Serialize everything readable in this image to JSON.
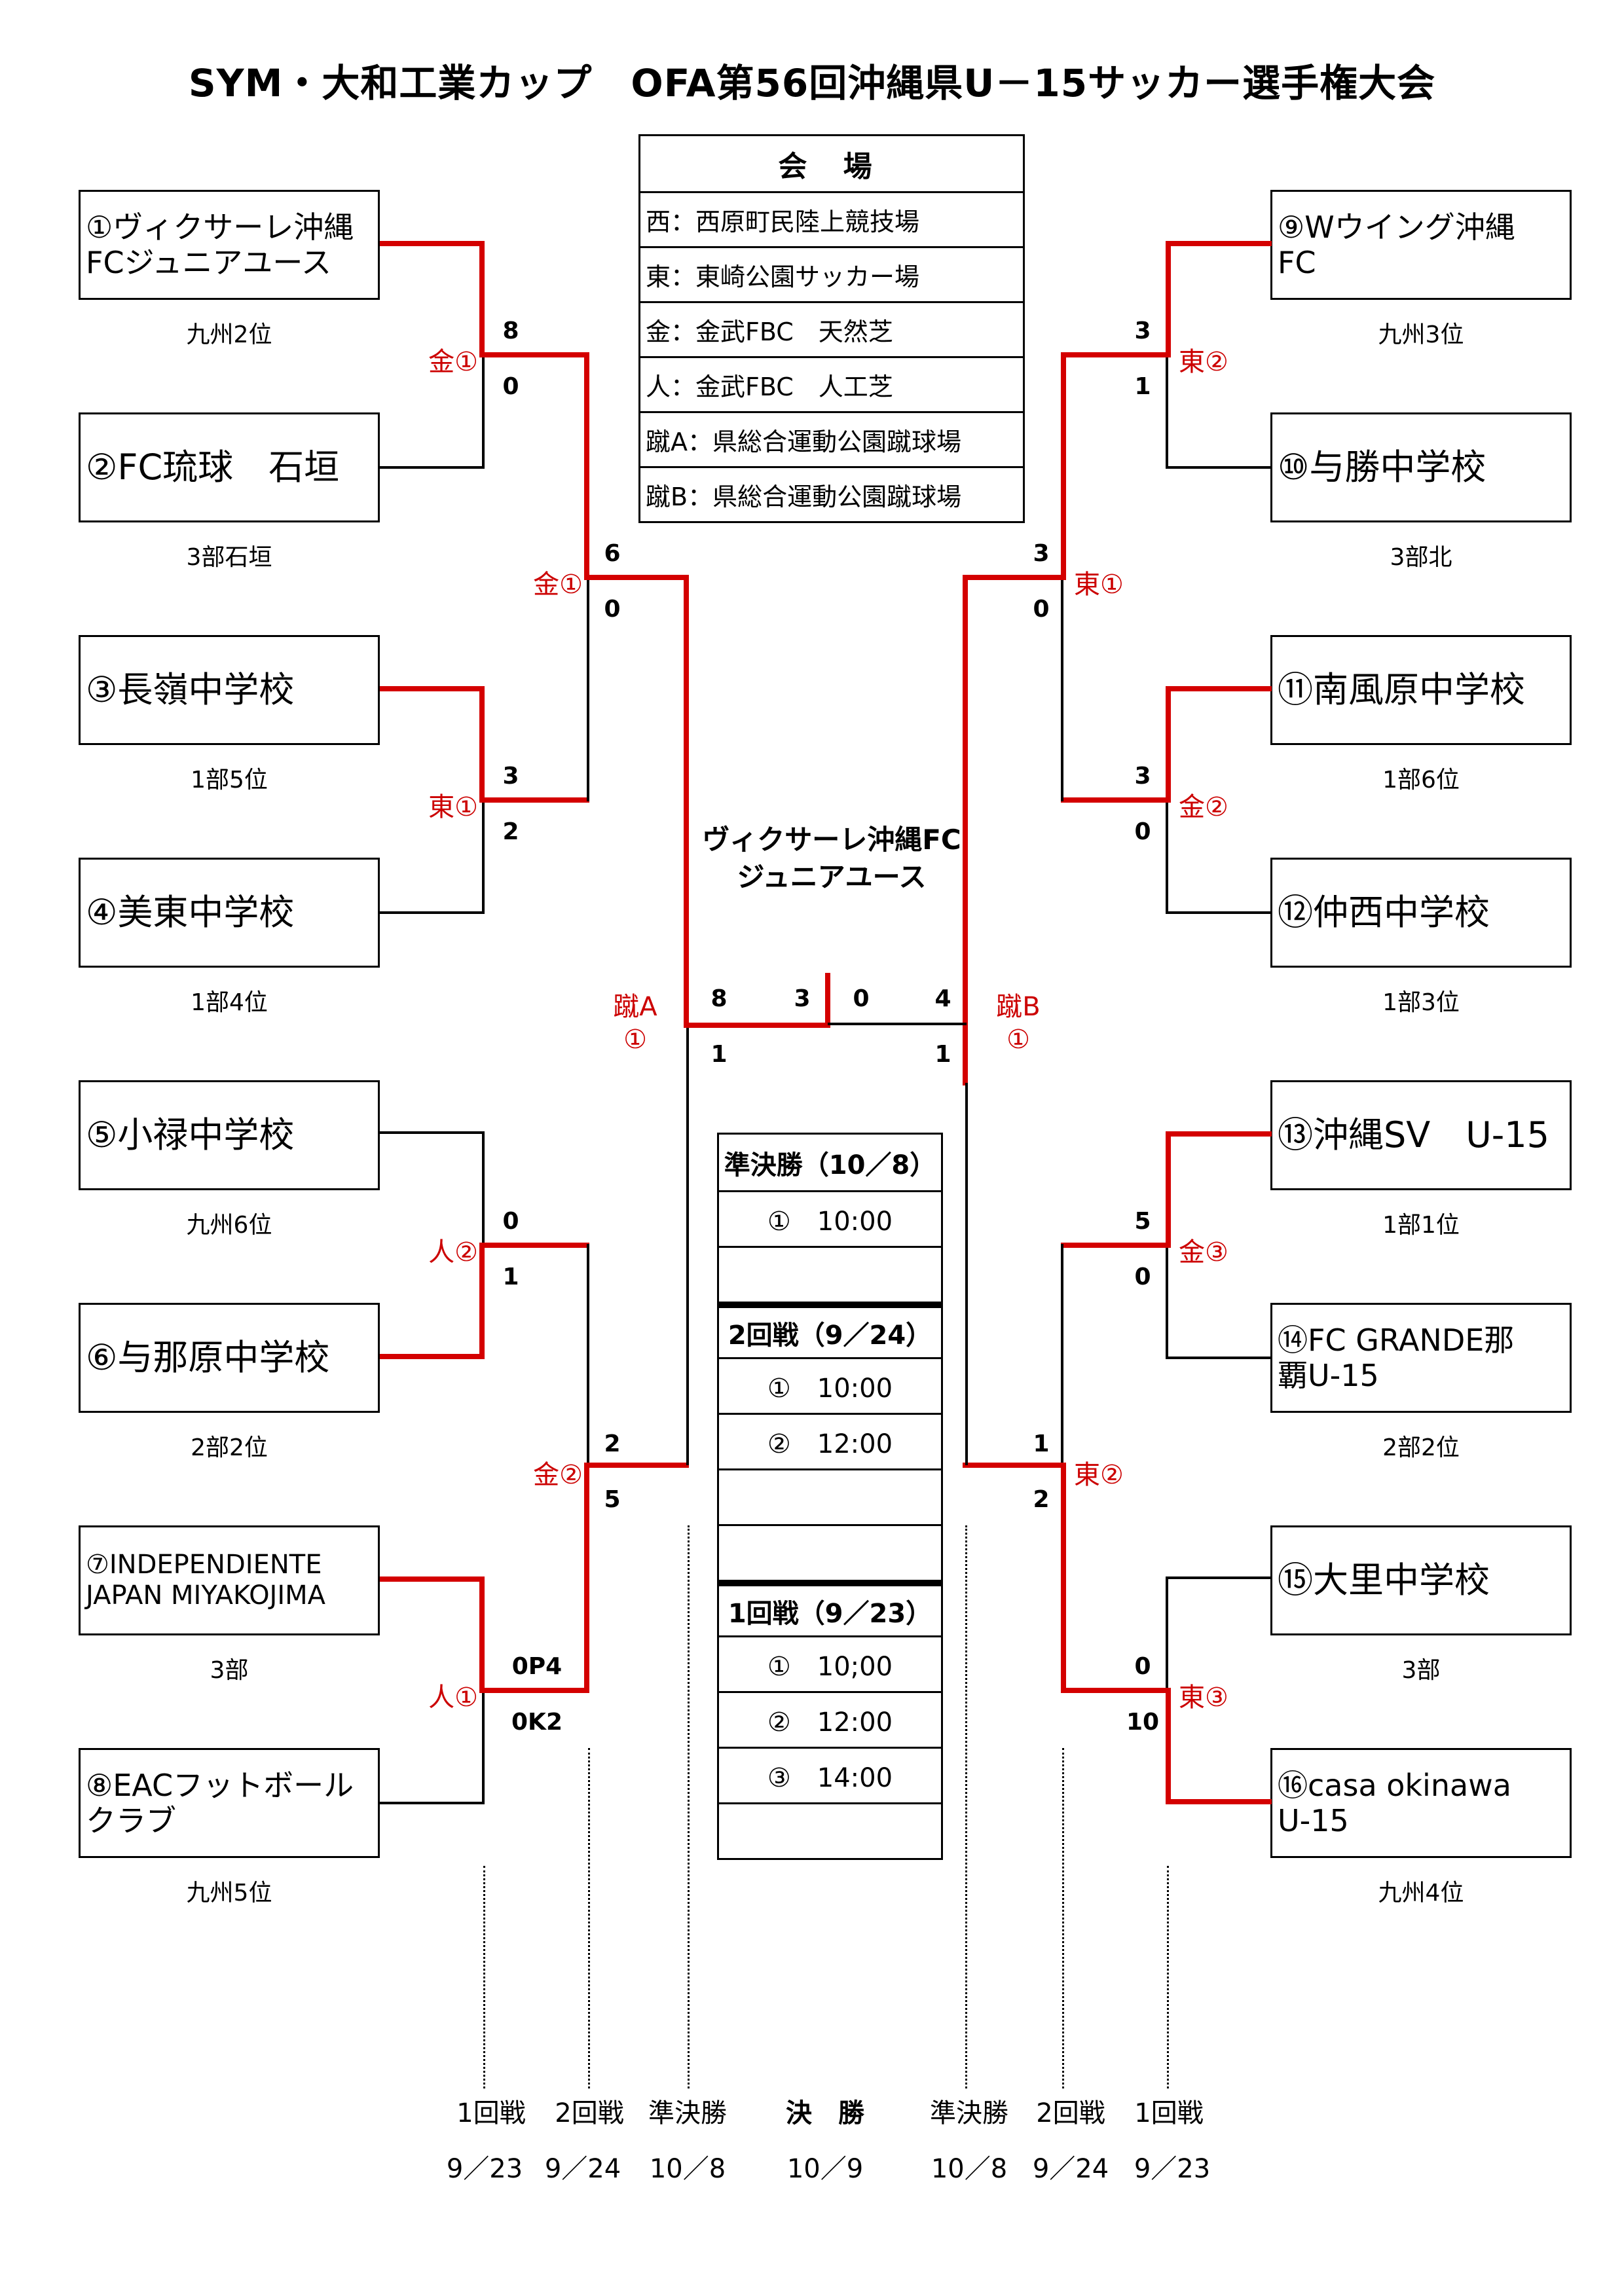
{
  "title": "SYM・大和工業カップ　OFA第56回沖縄県U－15サッカー選手権大会",
  "venues": {
    "header": "会 場",
    "rows": [
      "西：西原町民陸上競技場",
      "東：東崎公園サッカー場",
      "金：金武FBC　天然芝",
      "人：金武FBC　人工芝",
      "蹴A：県総合運動公園蹴球場",
      "蹴B：県総合運動公園蹴球場"
    ]
  },
  "teams": [
    {
      "name": "①ヴィクサーレ沖縄\nFCジュニアユース",
      "rank": "九州2位"
    },
    {
      "name": "②FC琉球　石垣",
      "rank": "3部石垣"
    },
    {
      "name": "③長嶺中学校",
      "rank": "1部5位"
    },
    {
      "name": "④美東中学校",
      "rank": "1部4位"
    },
    {
      "name": "⑤小禄中学校",
      "rank": "九州6位"
    },
    {
      "name": "⑥与那原中学校",
      "rank": "2部2位"
    },
    {
      "name": "⑦INDEPENDIENTE\nJAPAN MIYAKOJIMA",
      "rank": "3部"
    },
    {
      "name": "⑧EACフットボール\nクラブ",
      "rank": "九州5位"
    },
    {
      "name": "⑨Wウイング沖縄\nFC",
      "rank": "九州3位"
    },
    {
      "name": "⑩与勝中学校",
      "rank": "3部北"
    },
    {
      "name": "⑪南風原中学校",
      "rank": "1部6位"
    },
    {
      "name": "⑫仲西中学校",
      "rank": "1部3位"
    },
    {
      "name": "⑬沖縄SV　U-15",
      "rank": "1部1位"
    },
    {
      "name": "⑭FC GRANDE那\n覇U-15",
      "rank": "2部2位"
    },
    {
      "name": "⑮大里中学校",
      "rank": "3部"
    },
    {
      "name": "⑯casa okinawa\nU-15",
      "rank": "九州4位"
    }
  ],
  "scores": {
    "l_r1_m1": [
      "8",
      "0"
    ],
    "l_r1_m2": [
      "3",
      "2"
    ],
    "l_r1_m3": [
      "0",
      "1"
    ],
    "l_r1_m4": [
      "0P4",
      "0K2"
    ],
    "l_r2_m1": [
      "6",
      "0"
    ],
    "l_r2_m2": [
      "2",
      "5"
    ],
    "l_sf": [
      "8",
      "1"
    ],
    "final": [
      "3",
      "0"
    ],
    "r_sf": [
      "4",
      "1"
    ],
    "r_r1_m1": [
      "3",
      "1"
    ],
    "r_r1_m2": [
      "3",
      "0"
    ],
    "r_r1_m3": [
      "5",
      "0"
    ],
    "r_r1_m4": [
      "0",
      "10"
    ],
    "r_r2_m1": [
      "3",
      "0"
    ],
    "r_r2_m2": [
      "1",
      "2"
    ]
  },
  "match_venues": {
    "l_r1_m1": "金①",
    "l_r1_m2": "東①",
    "l_r1_m3": "人②",
    "l_r1_m4": "人①",
    "l_r2_m1": "金①",
    "l_r2_m2": "金②",
    "l_sf_a": "蹴A",
    "l_sf_b": "①",
    "r_sf_a": "蹴B",
    "r_sf_b": "①",
    "r_r1_m1": "東②",
    "r_r1_m2": "金②",
    "r_r1_m3": "金③",
    "r_r1_m4": "東③",
    "r_r2_m1": "東①",
    "r_r2_m2": "東②"
  },
  "champion": "ヴィクサーレ沖縄FC\nジュニアユース",
  "schedule": {
    "semi_head": "準決勝（10／8）",
    "semi_1": "①　10:00",
    "r2_head": "2回戦（9／24）",
    "r2_1": "①　10:00",
    "r2_2": "②　12:00",
    "r1_head": "1回戦（9／23）",
    "r1_1": "①　10;00",
    "r1_2": "②　12:00",
    "r1_3": "③　14:00"
  },
  "footer": {
    "l_r1": "1回戦",
    "l_r2": "2回戦",
    "l_sf": "準決勝",
    "final": "決　勝",
    "r_sf": "準決勝",
    "r_r2": "2回戦",
    "r_r1": "1回戦",
    "d_l_r1": "9／23",
    "d_l_r2": "9／24",
    "d_l_sf": "10／8",
    "d_final": "10／9",
    "d_r_sf": "10／8",
    "d_r_r2": "9／24",
    "d_r_r1": "9／23"
  },
  "colors": {
    "winner_line": "#d40000",
    "venue_text": "#cc0000"
  }
}
